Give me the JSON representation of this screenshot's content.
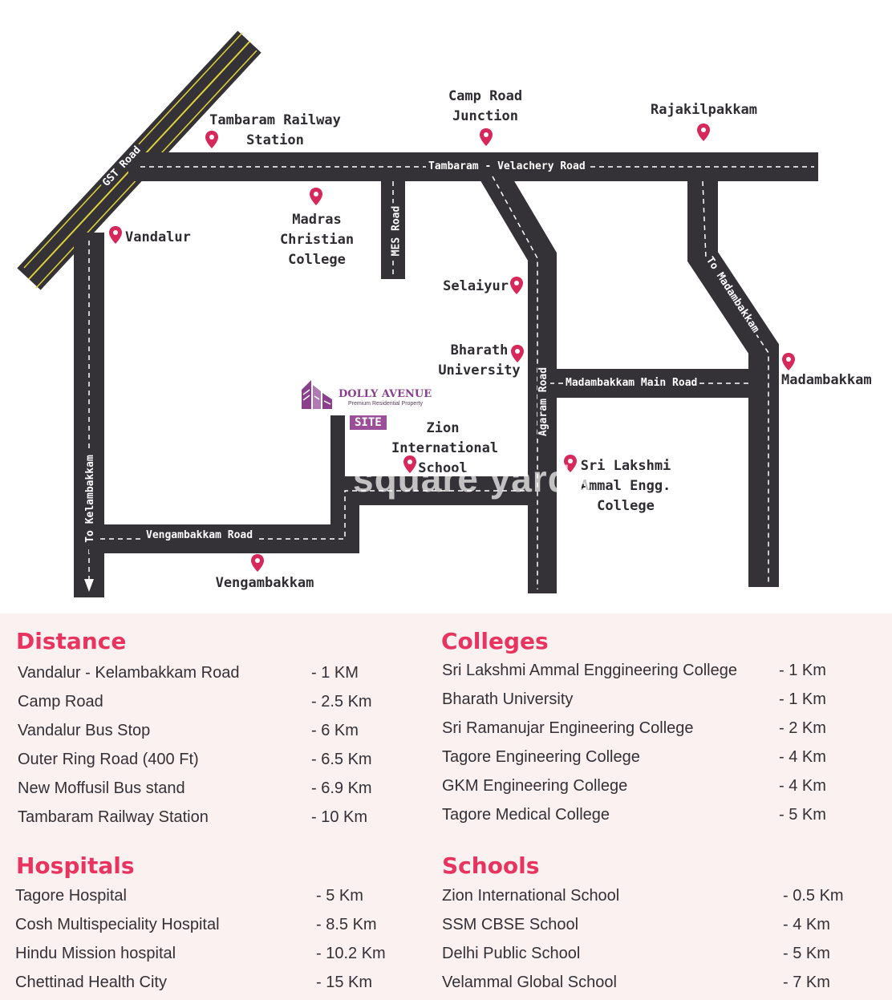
{
  "map": {
    "roads": {
      "gst": "GST Road",
      "tambaram_velachery": "Tambaram - Velachery Road",
      "mes": "MES Road",
      "to_madambakkam": "To Madambakkam",
      "madambakkam_main": "Madambakkam Main Road",
      "agaram": "Agaram Road",
      "to_kelambakkam": "To Kelambakkam",
      "vengambakkam": "Vengambakkam Road"
    },
    "places": {
      "tambaram_station": "Tambaram Railway\nStation",
      "camp_road_junction": "Camp Road\nJunction",
      "rajakilpakkam": "Rajakilpakkam",
      "vandalur": "Vandalur",
      "madras_christian": "Madras\nChristian College",
      "selaiyur": "Selaiyur",
      "bharath": "Bharath\nUniversity",
      "madambakkam": "Madambakkam",
      "zion": "Zion\nInternational\nSchool",
      "sri_lakshmi": "Sri Lakshmi\nAmmal Engg.\nCollege",
      "vengambakkam": "Vengambakkam"
    },
    "site": {
      "brand": "DOLLY AVENUE",
      "tagline": "Premium Residential Property",
      "marker": "SITE"
    },
    "watermark": "square yards",
    "colors": {
      "road": "#353237",
      "pin": "#d6285a",
      "brand": "#8a3f8c"
    }
  },
  "distance": {
    "title": "Distance",
    "rows": [
      {
        "name": "Vandalur - Kelambakkam Road",
        "dist": "- 1 KM"
      },
      {
        "name": "Camp Road",
        "dist": "- 2.5 Km"
      },
      {
        "name": "Vandalur Bus Stop",
        "dist": "- 6 Km"
      },
      {
        "name": "Outer Ring Road (400 Ft)",
        "dist": "- 6.5 Km"
      },
      {
        "name": "New Moffusil Bus stand",
        "dist": "- 6.9 Km"
      },
      {
        "name": "Tambaram Railway Station",
        "dist": "- 10 Km"
      }
    ]
  },
  "colleges": {
    "title": "Colleges",
    "rows": [
      {
        "name": "Sri Lakshmi Ammal Enggineering College",
        "dist": "- 1 Km"
      },
      {
        "name": "Bharath University",
        "dist": "- 1 Km"
      },
      {
        "name": "Sri Ramanujar Engineering College",
        "dist": "- 2 Km"
      },
      {
        "name": "Tagore Engineering College",
        "dist": "- 4 Km"
      },
      {
        "name": "GKM Engineering College",
        "dist": "- 4 Km"
      },
      {
        "name": "Tagore Medical College",
        "dist": "- 5 Km"
      }
    ]
  },
  "hospitals": {
    "title": "Hospitals",
    "rows": [
      {
        "name": "Tagore Hospital",
        "dist": "- 5 Km"
      },
      {
        "name": "Cosh Multispeciality Hospital",
        "dist": "- 8.5 Km"
      },
      {
        "name": "Hindu Mission hospital",
        "dist": "- 10.2 Km"
      },
      {
        "name": "Chettinad Health City",
        "dist": "- 15 Km"
      }
    ]
  },
  "schools": {
    "title": "Schools",
    "rows": [
      {
        "name": "Zion International School",
        "dist": "- 0.5 Km"
      },
      {
        "name": "SSM CBSE School",
        "dist": "- 4 Km"
      },
      {
        "name": "Delhi Public School",
        "dist": "- 5 Km"
      },
      {
        "name": "Velammal Global School",
        "dist": "- 7 Km"
      }
    ]
  }
}
